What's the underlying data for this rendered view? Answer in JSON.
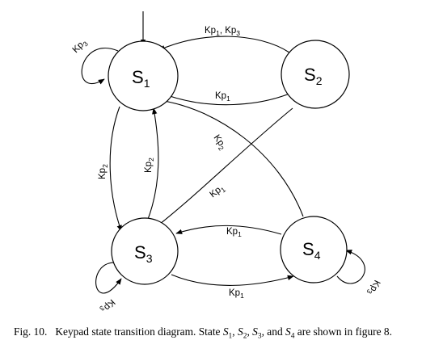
{
  "states": [
    {
      "id": "s1",
      "base": "S",
      "sub": "1"
    },
    {
      "id": "s2",
      "base": "S",
      "sub": "2"
    },
    {
      "id": "s3",
      "base": "S",
      "sub": "3"
    },
    {
      "id": "s4",
      "base": "S",
      "sub": "4"
    }
  ],
  "edges": [
    {
      "from": "s1",
      "to": "s1",
      "label": "Kp",
      "sub": "3"
    },
    {
      "from": "s2",
      "to": "s1",
      "label": "Kp",
      "sub": "1",
      "label2": ", Kp",
      "sub2": "3"
    },
    {
      "from": "s1",
      "to": "s2",
      "label": "Kp",
      "sub": "1"
    },
    {
      "from": "s1",
      "to": "s3",
      "label": "Kp",
      "sub": "2"
    },
    {
      "from": "s3",
      "to": "s1",
      "label": "Kp",
      "sub": "2"
    },
    {
      "from": "s4",
      "to": "s1",
      "label": "Kp",
      "sub": "2"
    },
    {
      "from": "s2",
      "to": "s3",
      "label": "Kp",
      "sub": "1"
    },
    {
      "from": "s4",
      "to": "s3",
      "label": "Kp",
      "sub": "1"
    },
    {
      "from": "s3",
      "to": "s4",
      "label": "Kp",
      "sub": "1"
    },
    {
      "from": "s3",
      "to": "s3",
      "label": "Kp",
      "sub": "3"
    },
    {
      "from": "s4",
      "to": "s4",
      "label": "Kp",
      "sub": "3"
    }
  ],
  "caption": {
    "prefix": "Fig. 10.",
    "text1": "Keypad state transition diagram. State ",
    "s1": "S",
    "s1_sub": "1",
    "sep1": ", ",
    "s2": "S",
    "s2_sub": "2",
    "sep2": ", ",
    "s3": "S",
    "s3_sub": "3",
    "sep3": ", and ",
    "s4": "S",
    "s4_sub": "4",
    "text2": " are shown in figure 8."
  }
}
